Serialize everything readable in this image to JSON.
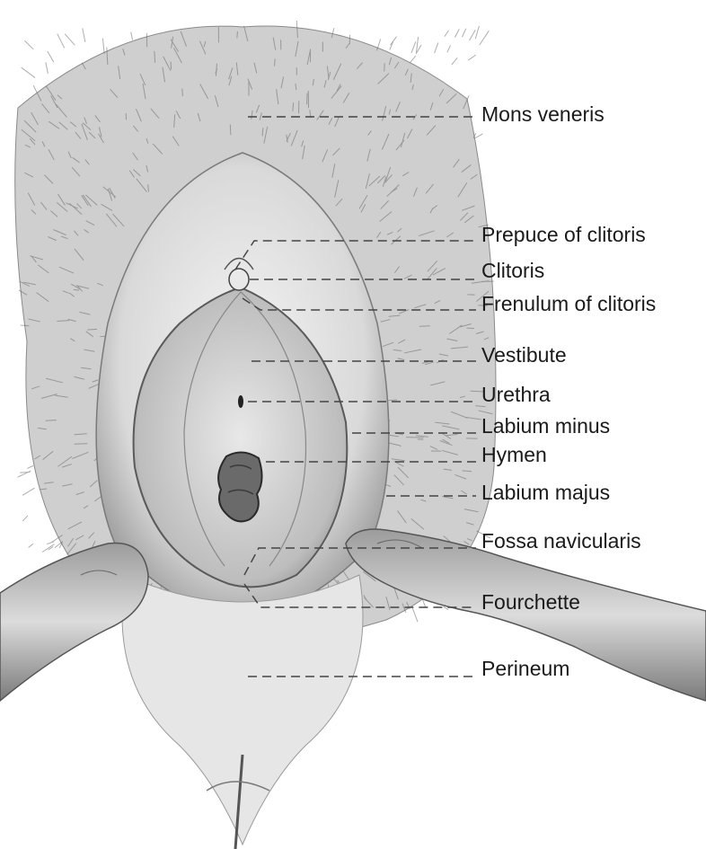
{
  "labels": [
    {
      "id": "mons-veneris",
      "text": "Mons veneris"
    },
    {
      "id": "prepuce-of-clitoris",
      "text": "Prepuce of clitoris"
    },
    {
      "id": "clitoris",
      "text": "Clitoris"
    },
    {
      "id": "frenulum-of-clitoris",
      "text": "Frenulum of clitoris"
    },
    {
      "id": "vestibute",
      "text": "Vestibute"
    },
    {
      "id": "urethra",
      "text": "Urethra"
    },
    {
      "id": "labium-minus",
      "text": "Labium minus"
    },
    {
      "id": "hymen",
      "text": "Hymen"
    },
    {
      "id": "labium-majus",
      "text": "Labium majus"
    },
    {
      "id": "fossa-navicularis",
      "text": "Fossa navicularis"
    },
    {
      "id": "fourchette",
      "text": "Fourchette"
    },
    {
      "id": "perineum",
      "text": "Perineum"
    }
  ],
  "colors": {
    "ink": "#1a1a1a",
    "leader": "#444444",
    "hair": "#6b6b6b",
    "skin_shade": "#b8b8b8"
  }
}
